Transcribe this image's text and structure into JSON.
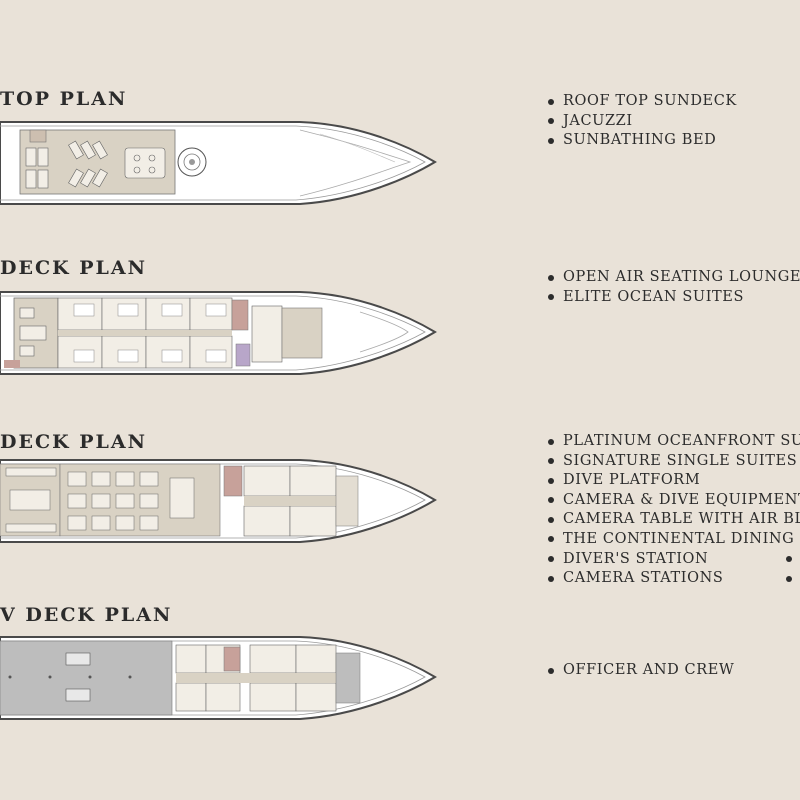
{
  "colors": {
    "background": "#e9e2d8",
    "hull_fill": "#ffffff",
    "hull_outline": "#4a4a4a",
    "deck_floor": "#d9d2c4",
    "cabin_fill": "#f2eee6",
    "stair_fill": "#c7a19a",
    "purple_room": "#b8a6c9",
    "crew_deck_grey": "#bdbdbd",
    "text": "#2c2c2c"
  },
  "decks": [
    {
      "title": "TOP PLAN",
      "features": [
        "ROOF TOP SUNDECK",
        "JACUZZI",
        "SUNBATHING BED"
      ]
    },
    {
      "title": "DECK PLAN",
      "features": [
        "OPEN AIR SEATING LOUNGE",
        "ELITE OCEAN SUITES"
      ]
    },
    {
      "title": "DECK PLAN",
      "features": [
        "PLATINUM OCEANFRONT SU",
        "SIGNATURE SINGLE SUITES",
        "DIVE PLATFORM",
        "CAMERA & DIVE EQUIPMENT",
        "CAMERA TABLE WITH AIR BLO",
        "THE CONTINENTAL DINING R",
        "DIVER'S STATION",
        "CAMERA STATIONS"
      ]
    },
    {
      "title": "V DECK PLAN",
      "features": [
        "OFFICER AND CREW"
      ]
    }
  ]
}
